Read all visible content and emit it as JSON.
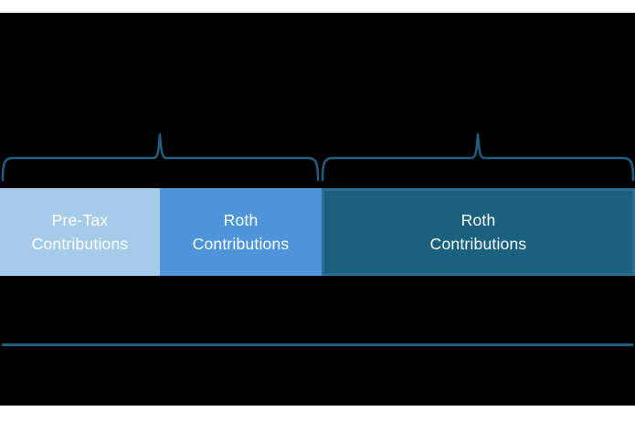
{
  "colors": {
    "background": "#000000",
    "page_strip": "#FFFFFF",
    "brace": "#215E82",
    "divider": "#1F5F82",
    "label_text": "#FFFFFF"
  },
  "bar": {
    "segments": [
      {
        "label": "Pre-Tax\nContributions",
        "color": "#A6CAEA"
      },
      {
        "label": "Roth\nContributions",
        "color": "#4D94DB"
      },
      {
        "label": "Roth\nContributions",
        "color": "#1A607F",
        "border_color": "#2D6F94"
      }
    ]
  }
}
